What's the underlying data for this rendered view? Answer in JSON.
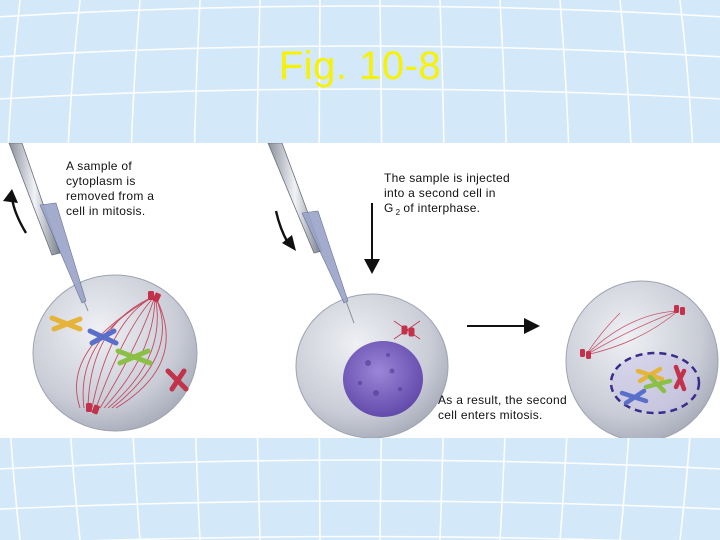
{
  "title": "Fig. 10-8",
  "captions": {
    "removed_line1": "A sample of",
    "removed_line2": "cytoplasm is",
    "removed_line3": "removed from a",
    "removed_line4": "cell in mitosis.",
    "injected_line1": "The sample is injected",
    "injected_line2": "into a second cell in",
    "injected_line3_prefix": "G",
    "injected_line3_sub": "2",
    "injected_line3_suffix": "of interphase.",
    "result_line1": "As a result, the second",
    "result_line2": "cell enters mitosis."
  },
  "colors": {
    "background": "#d3e8f8",
    "grid_lines": "#ffffff",
    "title": "#f7f200",
    "cell_fill": "#c9ccd6",
    "spindle": "#c2334b",
    "nucleus": "#7b64c2",
    "nuclear_envelope_dashed": "#3a2c8a",
    "arrow": "#111111"
  }
}
